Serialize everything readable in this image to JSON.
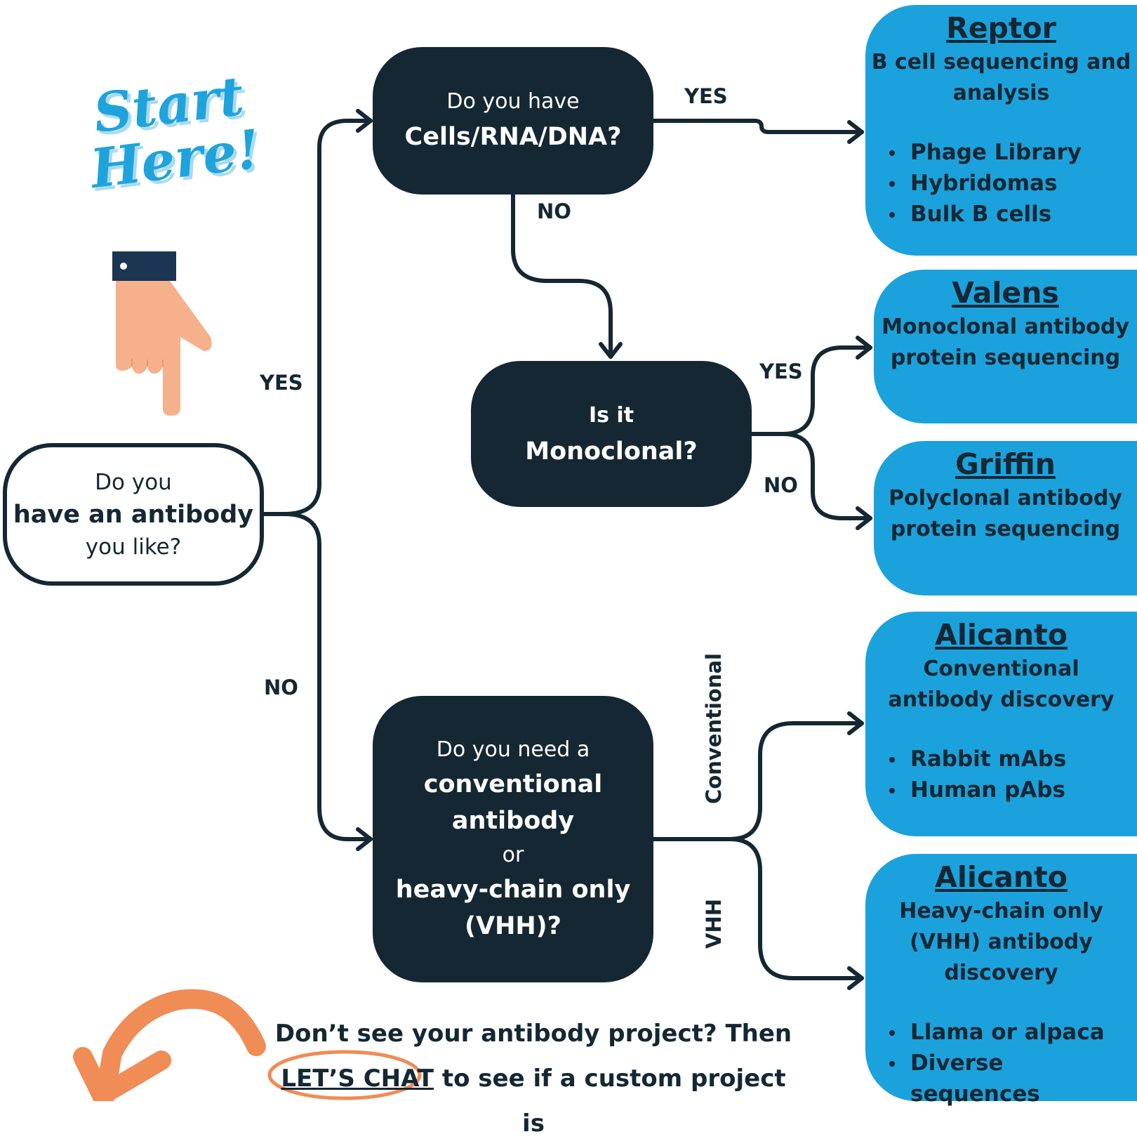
{
  "start_badge": {
    "text_line1": "Start",
    "text_line2": "Here!"
  },
  "start_node": {
    "line1": "Do you",
    "line2": "have an antibody",
    "line3": "you like?"
  },
  "q_cells": {
    "line1": "Do you have",
    "line2": "Cells/RNA/DNA?"
  },
  "q_mono": {
    "line1": "Is it",
    "line2": "Monoclonal?"
  },
  "q_type": {
    "line1": "Do you need a",
    "line2": "conventional",
    "line3": "antibody",
    "line4": "or",
    "line5": "heavy-chain only",
    "line6": "(VHH)?"
  },
  "edge_labels": {
    "start_yes": "YES",
    "start_no": "NO",
    "cells_yes": "YES",
    "cells_no": "NO",
    "mono_yes": "YES",
    "mono_no": "NO",
    "type_conventional": "Conventional",
    "type_vhh": "VHH"
  },
  "products": {
    "reptor": {
      "name": "Reptor",
      "desc_line1": "B cell sequencing and",
      "desc_line2": "analysis",
      "bullets": [
        "Phage Library",
        "Hybridomas",
        "Bulk B cells"
      ]
    },
    "valens": {
      "name": "Valens",
      "desc_line1": "Monoclonal antibody",
      "desc_line2": "protein sequencing"
    },
    "griffin": {
      "name": "Griffin",
      "desc_line1": "Polyclonal antibody",
      "desc_line2": "protein sequencing"
    },
    "alicanto_conventional": {
      "name": "Alicanto",
      "desc_line1": "Conventional",
      "desc_line2": "antibody discovery",
      "bullets": [
        "Rabbit mAbs",
        "Human pAbs"
      ]
    },
    "alicanto_vhh": {
      "name": "Alicanto",
      "desc_line1": "Heavy-chain only",
      "desc_line2": "(VHH) antibody",
      "desc_line3": "discovery",
      "bullets": [
        "Llama or alpaca",
        "Diverse sequences"
      ]
    }
  },
  "footer": {
    "line1": "Don’t see your antibody project? Then",
    "link": "LET’S CHAT",
    "line2_rest": " to see if a custom project is"
  },
  "colors": {
    "dark_node": "#142733",
    "product_blue": "#1ba2dc",
    "accent_orange": "#f08c55",
    "hand_skin": "#f5b08c",
    "sleeve": "#1c3652"
  }
}
